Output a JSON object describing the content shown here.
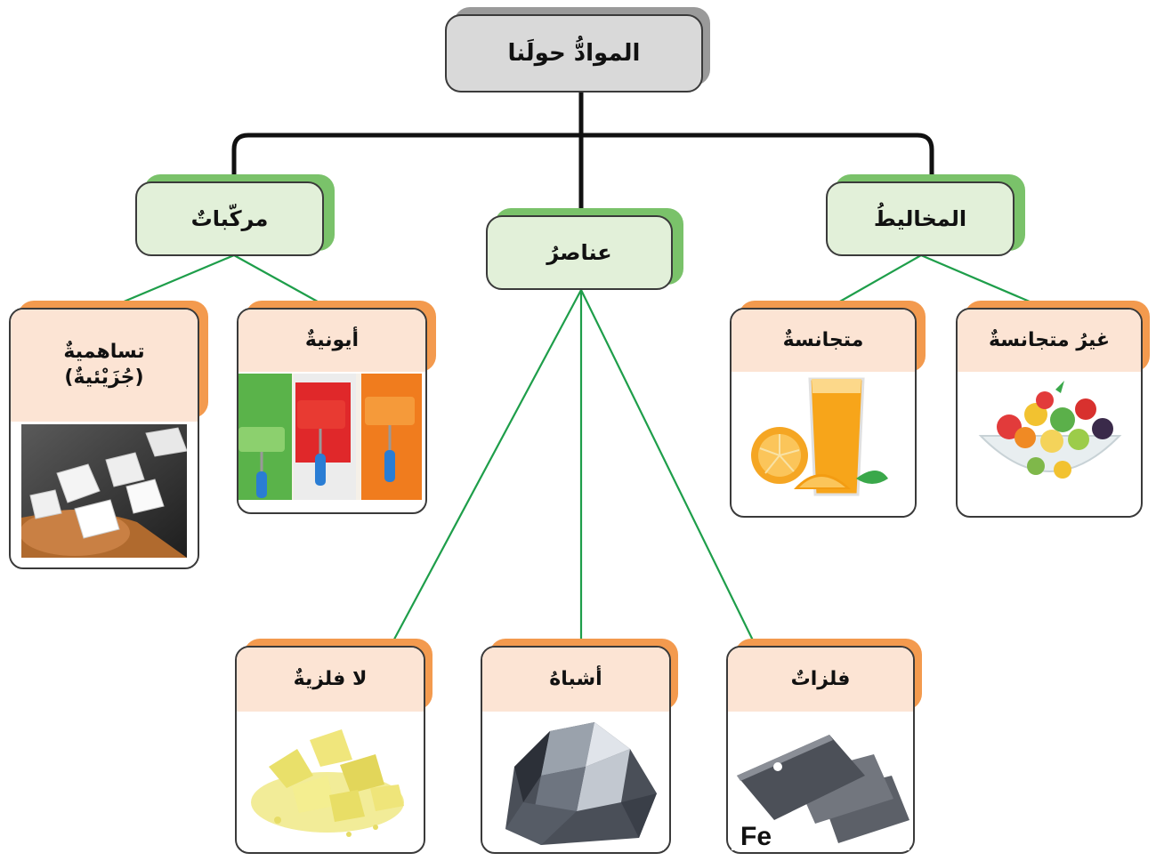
{
  "diagram": {
    "root": {
      "label": "الموادُّ حولَنا"
    },
    "categories": {
      "mixtures": {
        "label": "المخاليطُ"
      },
      "elements": {
        "label": "عناصرُ"
      },
      "compounds": {
        "label": "مركّباتٌ"
      }
    },
    "leaves": {
      "heterogeneous": {
        "label": "غيرُ متجانسةٌ",
        "image": "fruit-salad-bowl"
      },
      "homogeneous": {
        "label": "متجانسةٌ",
        "image": "orange-juice-glass"
      },
      "ionic": {
        "label": "أيونيةٌ",
        "image": "paint-rollers"
      },
      "covalent": {
        "label_line1": "تساهميةٌ",
        "label_line2": "(جُزَيْئيةٌ)",
        "image": "sugar-cubes-on-spoon"
      },
      "metals": {
        "label": "فلزاتٌ",
        "image": "iron-plates",
        "symbol": "Fe"
      },
      "metalloids": {
        "label": "أشباهُ",
        "image": "metalloid-chunk"
      },
      "nonmetals": {
        "label": "لا فلزيةٌ",
        "image": "sulfur-powder"
      }
    },
    "colors": {
      "root_fill": "#d9d9d9",
      "category_fill": "#e2f0d9",
      "category_shadow": "#7ac26a",
      "leaf_label_fill": "#fce4d4",
      "leaf_shadow": "#f39a4e",
      "connector_main": "#111111",
      "connector_branch": "#1e9e4a"
    }
  }
}
